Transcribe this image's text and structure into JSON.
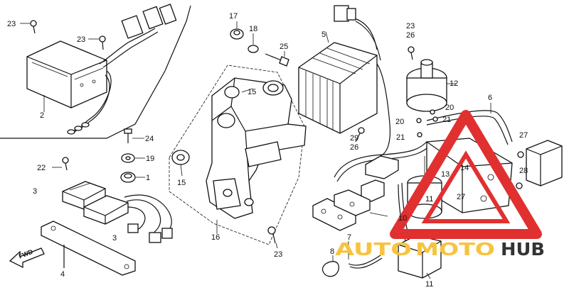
{
  "diagram": {
    "labels": {
      "p1": "1",
      "p2": "2",
      "p3a": "3",
      "p3b": "3",
      "p4": "4",
      "p5": "5",
      "p6": "6",
      "p7": "7",
      "p8": "8",
      "p10": "10",
      "p11": "11",
      "p12": "12",
      "p13": "13",
      "p14": "14",
      "p15a": "15",
      "p15b": "15",
      "p16": "16",
      "p17": "17",
      "p18": "18",
      "p19": "19",
      "p20a": "20",
      "p20b": "20",
      "p21a": "21",
      "p21b": "21",
      "p22": "22",
      "p23a": "23",
      "p23b": "23",
      "p23c": "23",
      "p23d": "23",
      "p24": "24",
      "p25": "25",
      "p26a": "26",
      "p26b": "26",
      "p27a": "27",
      "p27b": "27",
      "p28": "28",
      "p29": "29",
      "fwd": "FWD"
    },
    "watermark": {
      "text_auto": "AUTO",
      "text_moto": "MOTO",
      "text_hub": "HUB",
      "color_primary": "#e03030",
      "color_secondary": "#f5c440",
      "color_dark": "#333333"
    }
  }
}
